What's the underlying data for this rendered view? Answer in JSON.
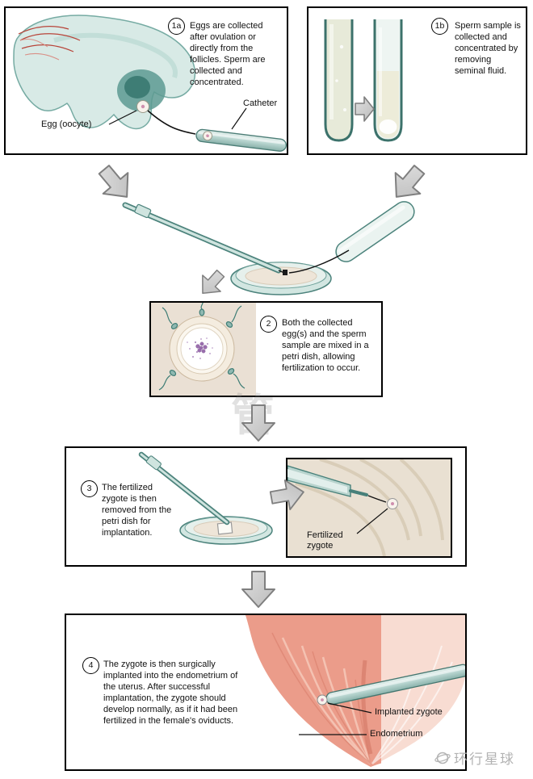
{
  "steps": {
    "s1a": {
      "num": "1a",
      "text": "Eggs are collected after ovulation or directly from the follicles. Sperm are collected and concentrated.",
      "label_egg": "Egg (oocyte)",
      "label_catheter": "Catheter"
    },
    "s1b": {
      "num": "1b",
      "text": "Sperm sample is collected and concentrated by removing seminal fluid."
    },
    "s2": {
      "num": "2",
      "text": "Both the collected egg(s) and the sperm sample are mixed in a petri dish, allowing fertilization to occur."
    },
    "s3": {
      "num": "3",
      "text": "The fertilized zygote is then removed from the petri dish for implantation.",
      "label_zygote": "Fertilized zygote"
    },
    "s4": {
      "num": "4",
      "text": "The zygote is then surgically implanted into the endometrium of the uterus. After successful implantation, the zygote should develop normally, as if it had been fertilized in the female's oviducts.",
      "label_zygote": "Implanted zygote",
      "label_endometrium": "Endometrium"
    }
  },
  "watermark": {
    "brand": "环行星球",
    "faint": "管"
  },
  "icons": {
    "arrow": "block-arrow",
    "logo": "globe-orbit"
  },
  "colors": {
    "panel_border": "#000000",
    "teal_light": "#d8eae6",
    "teal_mid": "#9cc6bf",
    "teal_dark": "#4c837c",
    "beige": "#eae0d2",
    "arrow_fill": "#cccccc",
    "arrow_stroke": "#7f7f7f",
    "uterus_left": "#eb9c8a",
    "uterus_right": "#f8dcd2",
    "watermark_gray": "#b3b3b3"
  }
}
